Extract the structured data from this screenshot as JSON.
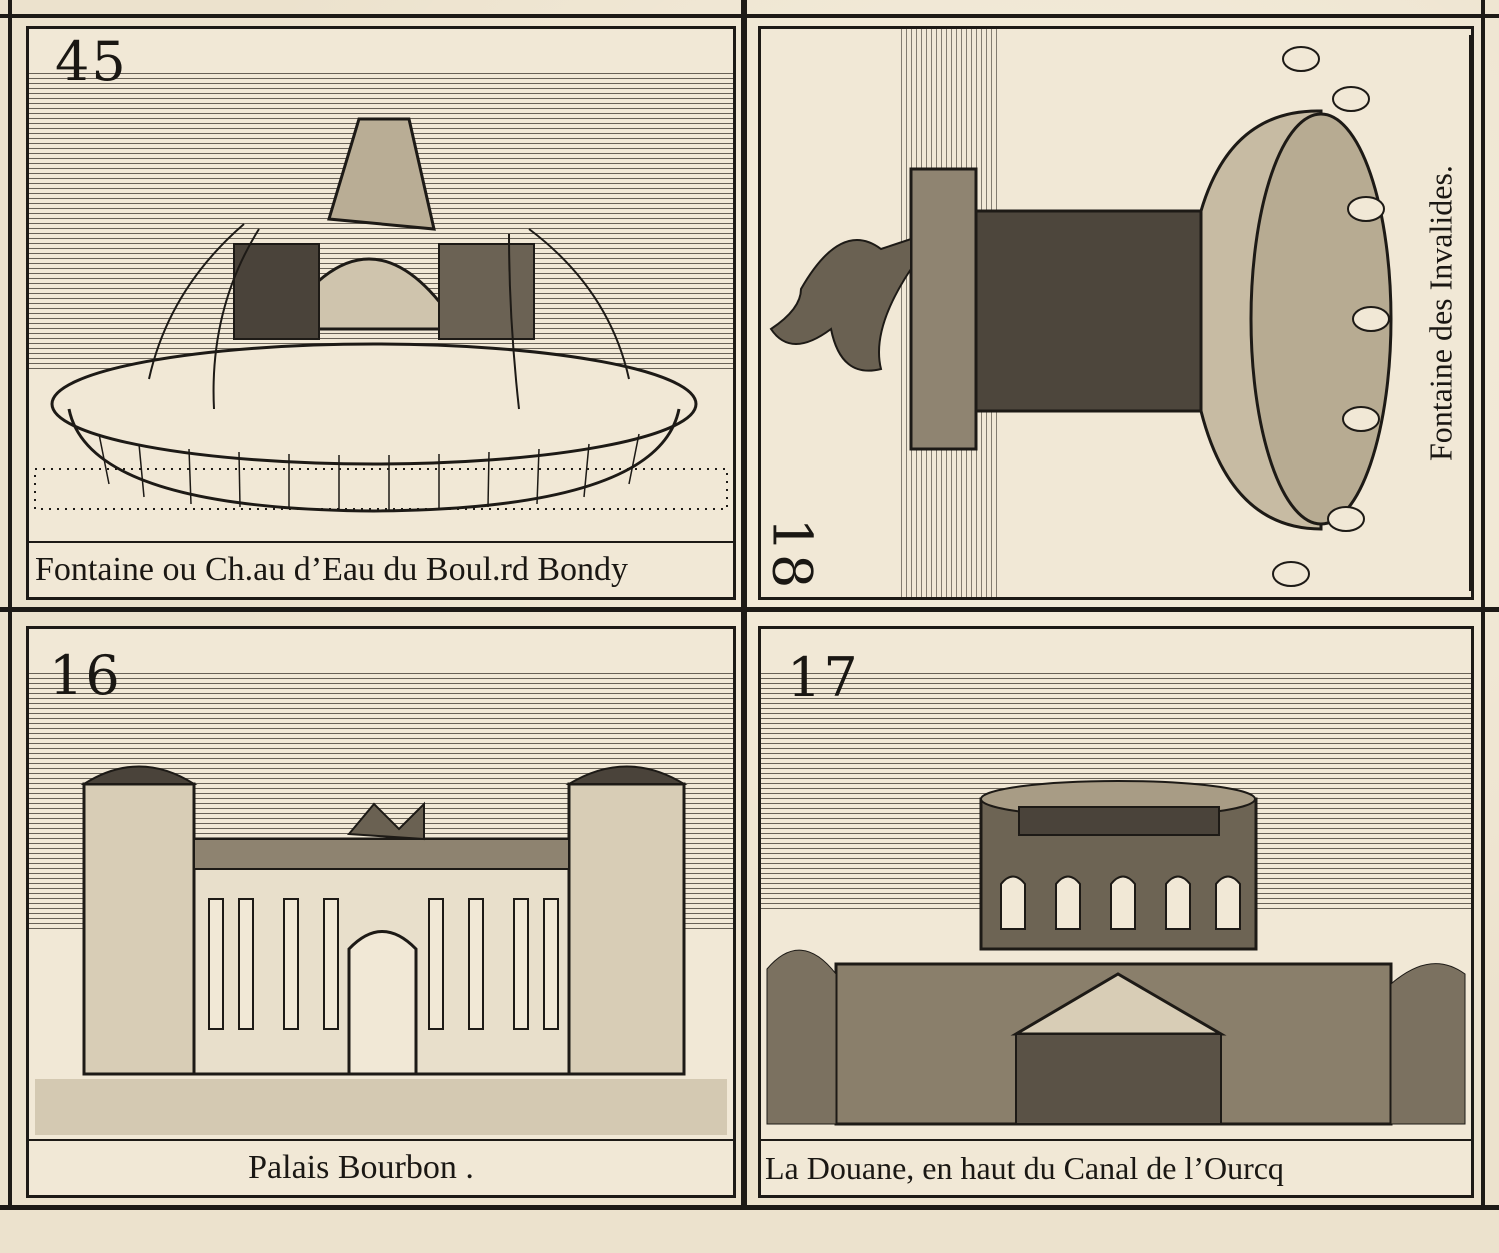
{
  "plates": [
    {
      "number": "45",
      "caption": "Fontaine ou Ch.au d’Eau du Boul.rd Bondy"
    },
    {
      "number": "18",
      "caption": "Fontaine des Invalides."
    },
    {
      "number": "16",
      "caption": "Palais Bourbon ."
    },
    {
      "number": "17",
      "caption": "La Douane, en haut du Canal de l’Ourcq"
    }
  ],
  "colors": {
    "ink": "#1d1a16",
    "paper": "#efe6d3"
  }
}
